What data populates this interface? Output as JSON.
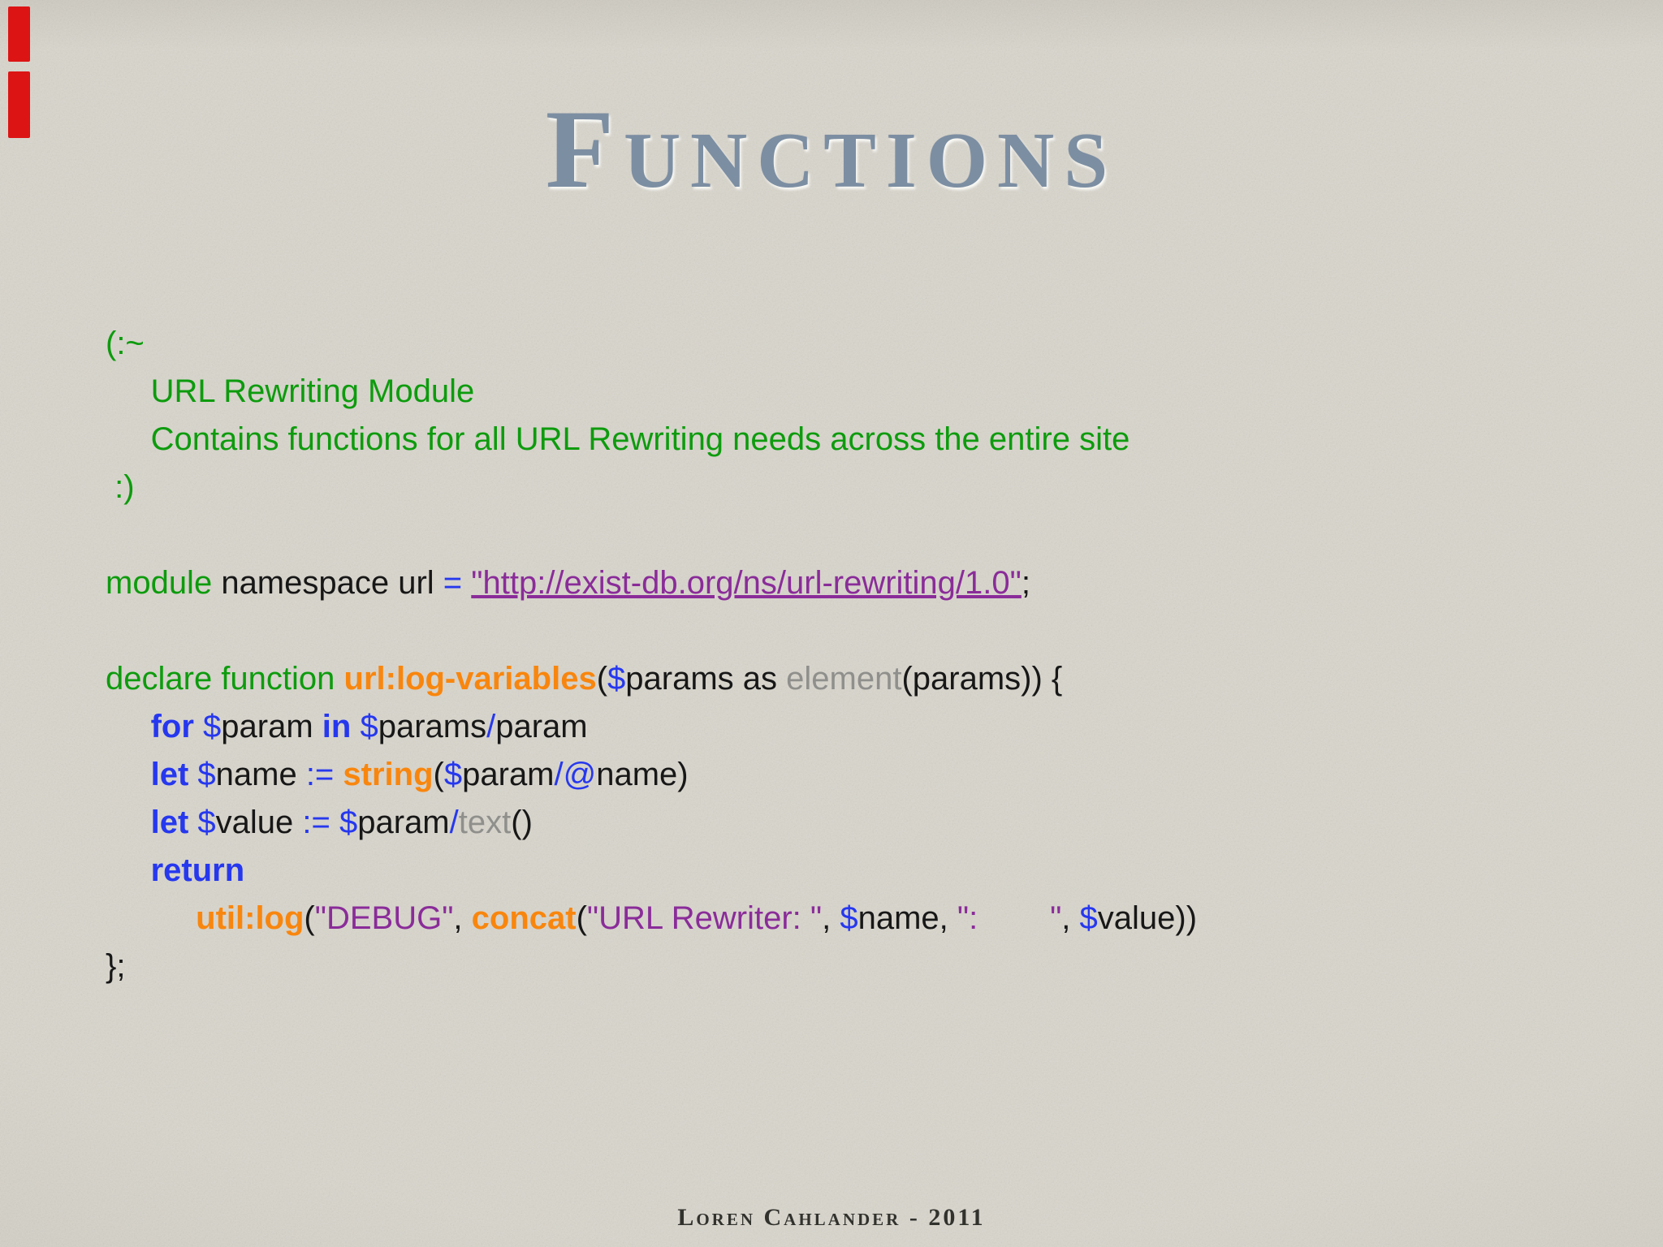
{
  "slide": {
    "title": "Functions",
    "footer_credit": "Loren Cahlander - 2011"
  },
  "colors": {
    "background": "#d8d5cc",
    "title": "#7c8ea2",
    "comment_green": "#0d9b0d",
    "keyword_blue": "#2638ee",
    "function_orange": "#f8860e",
    "string_purple": "#8a2c99",
    "type_gray": "#8f8f8c",
    "code_black": "#171717",
    "marker_red": "#dd1414",
    "footer": "#32322d"
  },
  "code": {
    "language": "xquery",
    "lines": [
      [
        {
          "t": "(:~",
          "c": "green"
        }
      ],
      [
        {
          "t": "     URL Rewriting Module",
          "c": "green"
        }
      ],
      [
        {
          "t": "     Contains functions for all URL Rewriting needs across the entire site",
          "c": "green"
        }
      ],
      [
        {
          "t": " :)",
          "c": "green"
        }
      ],
      [],
      [
        {
          "t": "module",
          "c": "green"
        },
        {
          "t": " namespace url ",
          "c": "black"
        },
        {
          "t": "=",
          "c": "blue"
        },
        {
          "t": " ",
          "c": "black"
        },
        {
          "t": "\"http://exist-db.org/ns/url-rewriting/1.0\"",
          "c": "purpleLink"
        },
        {
          "t": ";",
          "c": "black"
        }
      ],
      [],
      [
        {
          "t": "declare function ",
          "c": "green"
        },
        {
          "t": "url:log-variables",
          "c": "orange"
        },
        {
          "t": "(",
          "c": "black"
        },
        {
          "t": "$",
          "c": "blue"
        },
        {
          "t": "params as ",
          "c": "black"
        },
        {
          "t": "element",
          "c": "gray"
        },
        {
          "t": "(params)) {",
          "c": "black"
        }
      ],
      [
        {
          "t": "     ",
          "c": "black"
        },
        {
          "t": "for",
          "c": "blueb"
        },
        {
          "t": " ",
          "c": "black"
        },
        {
          "t": "$",
          "c": "blue"
        },
        {
          "t": "param ",
          "c": "black"
        },
        {
          "t": "in",
          "c": "blueb"
        },
        {
          "t": " ",
          "c": "black"
        },
        {
          "t": "$",
          "c": "blue"
        },
        {
          "t": "params",
          "c": "black"
        },
        {
          "t": "/",
          "c": "blue"
        },
        {
          "t": "param",
          "c": "black"
        }
      ],
      [
        {
          "t": "     ",
          "c": "black"
        },
        {
          "t": "let",
          "c": "blueb"
        },
        {
          "t": " ",
          "c": "black"
        },
        {
          "t": "$",
          "c": "blue"
        },
        {
          "t": "name ",
          "c": "black"
        },
        {
          "t": ":=",
          "c": "blue"
        },
        {
          "t": " ",
          "c": "black"
        },
        {
          "t": "string",
          "c": "orange"
        },
        {
          "t": "(",
          "c": "black"
        },
        {
          "t": "$",
          "c": "blue"
        },
        {
          "t": "param",
          "c": "black"
        },
        {
          "t": "/@",
          "c": "blue"
        },
        {
          "t": "name)",
          "c": "black"
        }
      ],
      [
        {
          "t": "     ",
          "c": "black"
        },
        {
          "t": "let",
          "c": "blueb"
        },
        {
          "t": " ",
          "c": "black"
        },
        {
          "t": "$",
          "c": "blue"
        },
        {
          "t": "value ",
          "c": "black"
        },
        {
          "t": ":=",
          "c": "blue"
        },
        {
          "t": " ",
          "c": "black"
        },
        {
          "t": "$",
          "c": "blue"
        },
        {
          "t": "param",
          "c": "black"
        },
        {
          "t": "/",
          "c": "blue"
        },
        {
          "t": "text",
          "c": "gray"
        },
        {
          "t": "()",
          "c": "black"
        }
      ],
      [
        {
          "t": "     ",
          "c": "black"
        },
        {
          "t": "return",
          "c": "blueb"
        }
      ],
      [
        {
          "t": "          ",
          "c": "black"
        },
        {
          "t": "util:log",
          "c": "orange"
        },
        {
          "t": "(",
          "c": "black"
        },
        {
          "t": "\"DEBUG\"",
          "c": "purple"
        },
        {
          "t": ", ",
          "c": "black"
        },
        {
          "t": "concat",
          "c": "orange"
        },
        {
          "t": "(",
          "c": "black"
        },
        {
          "t": "\"URL Rewriter: \"",
          "c": "purple"
        },
        {
          "t": ", ",
          "c": "black"
        },
        {
          "t": "$",
          "c": "blue"
        },
        {
          "t": "name",
          "c": "black"
        },
        {
          "t": ", ",
          "c": "black"
        },
        {
          "t": "\":        \"",
          "c": "purple"
        },
        {
          "t": ", ",
          "c": "black"
        },
        {
          "t": "$",
          "c": "blue"
        },
        {
          "t": "value",
          "c": "black"
        },
        {
          "t": "))",
          "c": "black"
        }
      ],
      [
        {
          "t": "};",
          "c": "black"
        }
      ]
    ]
  }
}
